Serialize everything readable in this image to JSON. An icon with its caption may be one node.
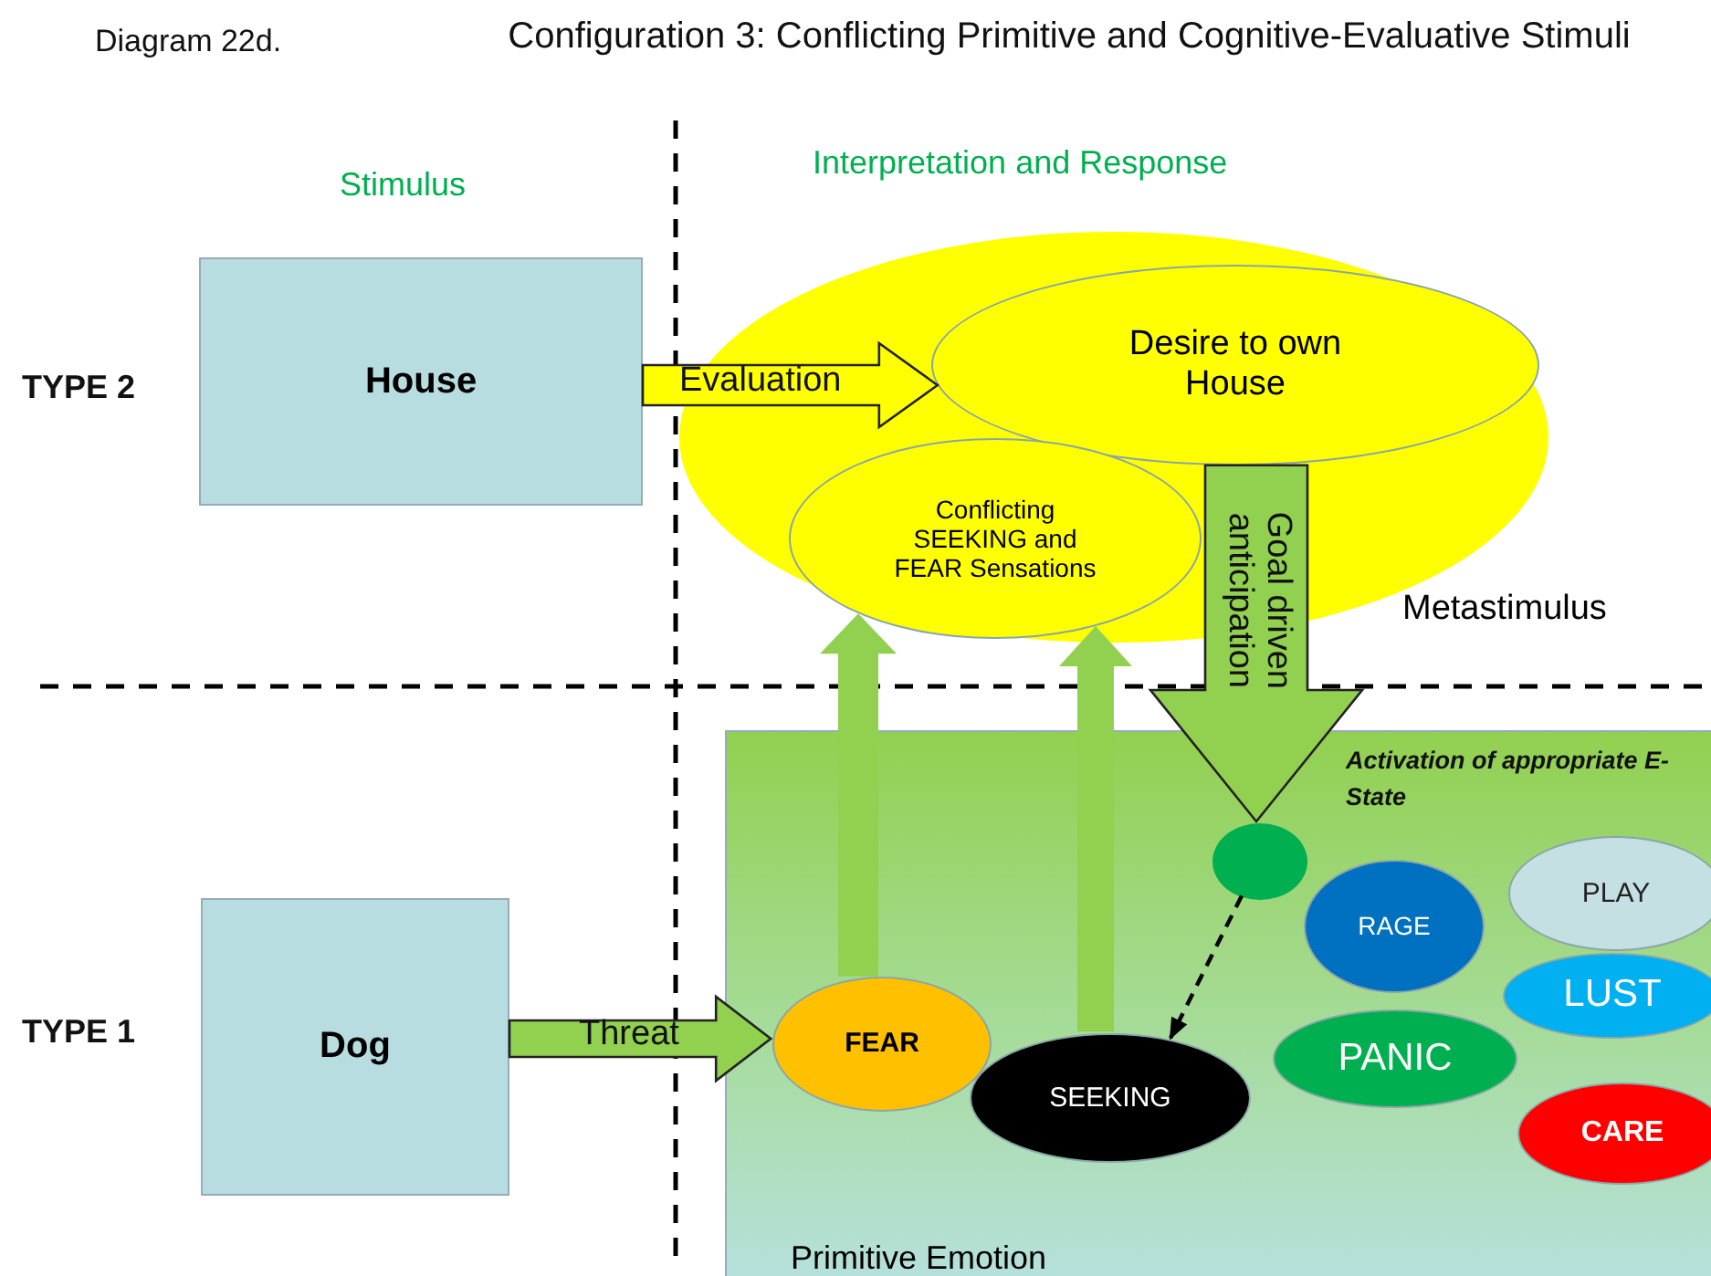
{
  "diagram": {
    "title": "Configuration 3: Conflicting Primitive and Cognitive-Evaluative Stimuli",
    "nodes": [
      {
        "text": [
          "House"
        ]
      },
      {
        "text": [
          "Dog"
        ]
      },
      {
        "text": [
          "Metastimulus"
        ]
      },
      {
        "text": [
          "Desire to own House"
        ],
        "in": 2
      },
      {
        "text": [
          "Conflicting SEEKING and FEAR Sensations"
        ],
        "in": 2
      },
      {
        "text": [
          "Primitive Emotion"
        ]
      },
      {
        "text": [],
        "shape": "circle",
        "in": 5
      },
      {
        "text": [
          "FEAR"
        ],
        "in": 5
      },
      {
        "text": [
          "SEEKING"
        ],
        "in": 5
      },
      {
        "text": [
          "RAGE"
        ],
        "in": 5
      },
      {
        "text": [
          "PLAY"
        ],
        "in": 5
      },
      {
        "text": [
          "LUST"
        ],
        "in": 5
      },
      {
        "text": [
          "PANIC"
        ],
        "in": 5
      },
      {
        "text": [
          "CARE"
        ],
        "in": 5
      }
    ],
    "edges": [
      {
        "from": 0,
        "to": 3,
        "arrow": "to",
        "label": "Evaluation",
        "color": "#ffff00"
      },
      {
        "from": 1,
        "to": 7,
        "arrow": "to",
        "label": "Threat"
      },
      {
        "from": 7,
        "to": 4,
        "arrow": "to"
      },
      {
        "from": 8,
        "to": 4,
        "arrow": "to"
      },
      {
        "from": 3,
        "to": 6,
        "arrow": "to",
        "label": "Goal driven anticipation"
      },
      {
        "from": 6,
        "to": 8,
        "arrow": "to",
        "style": "dashed",
        "color": "#000000"
      }
    ],
    "labels": [
      "Diagram 22d.",
      "Stimulus",
      "Interpretation and Response",
      "TYPE 2",
      "TYPE 1",
      "Activation of appropriate E-State"
    ]
  }
}
